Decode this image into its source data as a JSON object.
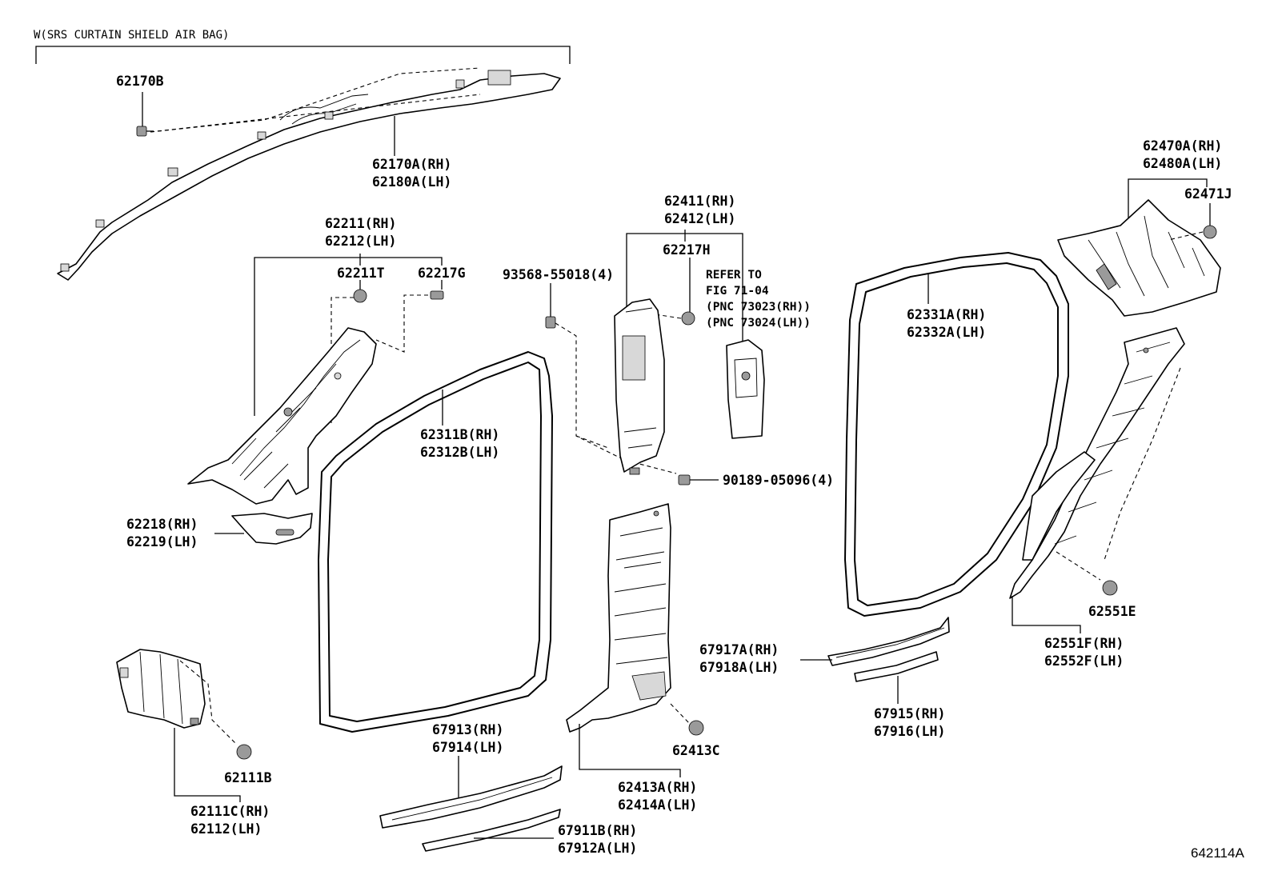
{
  "header": {
    "note": "W(SRS CURTAIN SHIELD AIR BAG)"
  },
  "figure_code": "642114A",
  "refer_note": {
    "line1": "REFER TO",
    "line2": "FIG 71-04",
    "line3": "(PNC 73023(RH))",
    "line4": "(PNC 73024(LH))"
  },
  "callouts": {
    "p62170B": "62170B",
    "p62170A": "62170A(RH)",
    "p62180A": "62180A(LH)",
    "p62211": "62211(RH)",
    "p62212": "62212(LH)",
    "p62211T": "62211T",
    "p62217G": "62217G",
    "p62218": "62218(RH)",
    "p62219": "62219(LH)",
    "p93568": "93568-55018(4)",
    "p62411": "62411(RH)",
    "p62412": "62412(LH)",
    "p62217H": "62217H",
    "p62311B": "62311B(RH)",
    "p62312B": "62312B(LH)",
    "p90189": "90189-05096(4)",
    "p62331A": "62331A(RH)",
    "p62332A": "62332A(LH)",
    "p62470A": "62470A(RH)",
    "p62480A": "62480A(LH)",
    "p62471J": "62471J",
    "p62551E": "62551E",
    "p62551F": "62551F(RH)",
    "p62552F": "62552F(LH)",
    "p67917A": "67917A(RH)",
    "p67918A": "67918A(LH)",
    "p67915": "67915(RH)",
    "p67916": "67916(LH)",
    "p62111B": "62111B",
    "p62111C": "62111C(RH)",
    "p62112": "62112(LH)",
    "p67913": "67913(RH)",
    "p67914": "67914(LH)",
    "p67911B": "67911B(RH)",
    "p67912A": "67912A(LH)",
    "p62413C": "62413C",
    "p62413A": "62413A(RH)",
    "p62414A": "62414A(LH)"
  }
}
